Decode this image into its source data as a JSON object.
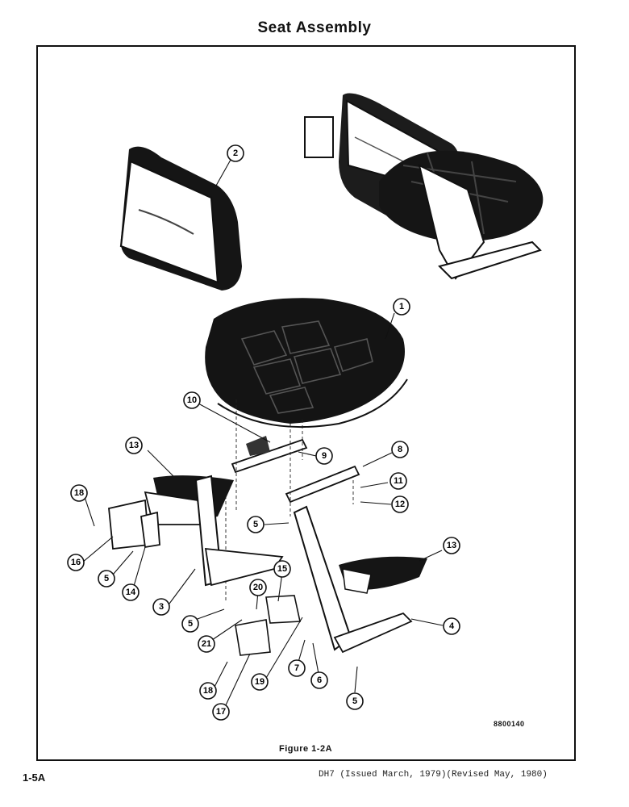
{
  "page": {
    "title": "Seat Assembly",
    "drawing_number": "8800140",
    "figure_caption": "Figure 1-2A",
    "page_number": "1-5A",
    "revision_note": "DH7 (Issued March, 1979)(Revised May, 1980)"
  },
  "callouts": [
    "1",
    "2",
    "3",
    "4",
    "5",
    "6",
    "7",
    "8",
    "9",
    "10",
    "11",
    "12",
    "13",
    "14",
    "15",
    "16",
    "17",
    "18",
    "19",
    "20",
    "21"
  ]
}
